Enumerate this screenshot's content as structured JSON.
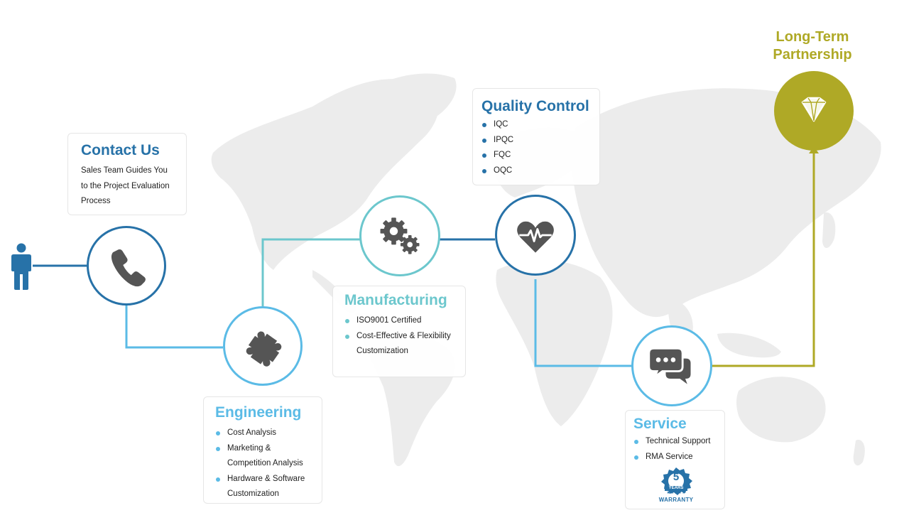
{
  "colors": {
    "dark_blue": "#2772a8",
    "teal": "#6cc7cd",
    "light_blue": "#5bbbe6",
    "olive": "#afa926",
    "icon_gray": "#555555",
    "map_gray": "#ececec"
  },
  "person": {
    "icon": "person-icon"
  },
  "steps": {
    "contact": {
      "title": "Contact Us",
      "description": "Sales Team Guides You to the Project Evaluation Process",
      "icon": "phone-icon"
    },
    "engineering": {
      "title": "Engineering",
      "items": [
        "Cost Analysis",
        "Marketing & Competition Analysis",
        "Hardware & Software Customization"
      ],
      "icon": "puzzle-icon"
    },
    "manufacturing": {
      "title": "Manufacturing",
      "items": [
        "ISO9001 Certified",
        "Cost-Effective & Flexibility Customization"
      ],
      "icon": "gears-icon"
    },
    "quality": {
      "title": "Quality Control",
      "items": [
        "IQC",
        "IPQC",
        "FQC",
        "OQC"
      ],
      "icon": "heart-pulse-icon"
    },
    "service": {
      "title": "Service",
      "items": [
        "Technical Support",
        "RMA Service"
      ],
      "badge": {
        "number": "5",
        "unit": "YEARS",
        "label": "WARRANTY"
      },
      "icon": "chat-bubbles-icon"
    },
    "partnership": {
      "title": "Long-Term Partnership",
      "icon": "diamond-icon"
    }
  }
}
